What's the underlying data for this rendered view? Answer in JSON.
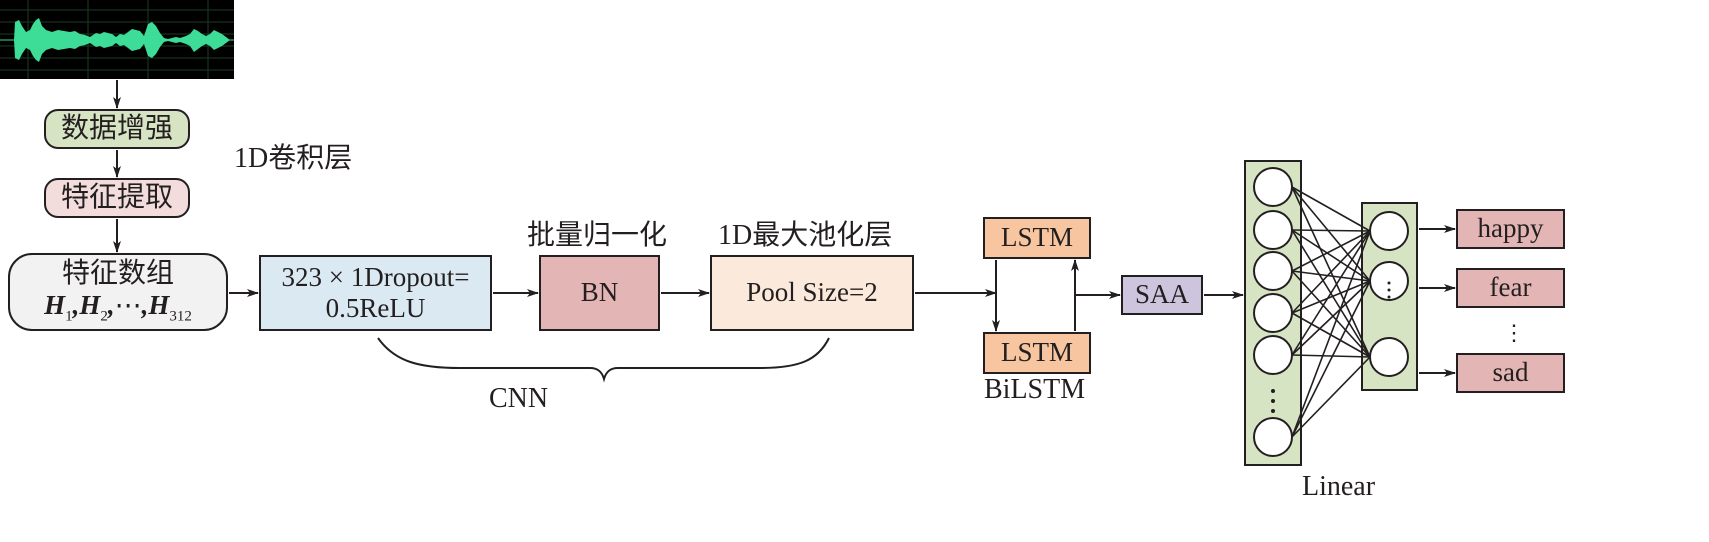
{
  "input": {
    "waveform_label": "audio-waveform",
    "waveform_color": "#3ddc97",
    "background": "#000000"
  },
  "pipeline": {
    "augment": {
      "label": "数据增强",
      "color": "#d7e4c4"
    },
    "extract": {
      "label": "特征提取",
      "color": "#f3dcdc"
    },
    "features": {
      "title": "特征数组",
      "symbol": "H",
      "subs": [
        "1",
        "2",
        "312"
      ],
      "ellipsis": "⋯",
      "color": "#f2f2f2"
    }
  },
  "cnn": {
    "conv_caption": "1D卷积层",
    "conv": {
      "line1": "323 × 1Dropout=",
      "line2": "0.5ReLU",
      "color": "#dbeaf2"
    },
    "bn_caption": "批量归一化",
    "bn": {
      "label": "BN",
      "color": "#e3b5b5"
    },
    "pool_caption": "1D最大池化层",
    "pool": {
      "label": "Pool Size=2",
      "color": "#fbe9dc"
    },
    "group_label": "CNN"
  },
  "bilstm": {
    "top": "LSTM",
    "bottom": "LSTM",
    "group_label": "BiLSTM",
    "color": "#f7c59f"
  },
  "attention": {
    "label": "SAA",
    "color": "#cdc5de"
  },
  "linear": {
    "group_label": "Linear",
    "color": "#d7e4c4",
    "input_layer_visible_nodes": 6,
    "output_layer_visible_nodes": 3,
    "ellipsis": "⋮"
  },
  "outputs": {
    "color": "#e3b5b5",
    "items": [
      "happy",
      "fear",
      "sad"
    ],
    "ellipsis": "⋮"
  }
}
